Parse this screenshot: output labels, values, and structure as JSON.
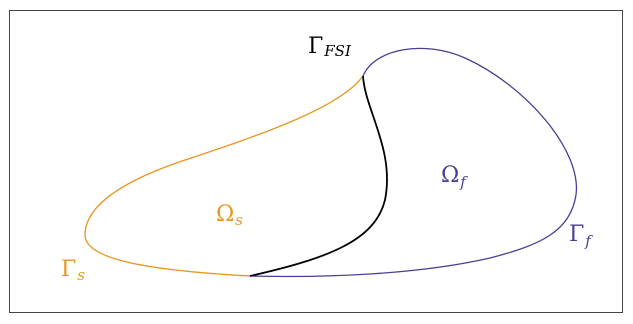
{
  "diagram": {
    "colors": {
      "frame": "#444444",
      "solid": "#e8961e",
      "fluid": "#4a3f95",
      "interface": "#000000"
    },
    "labels": {
      "gamma_fsi": {
        "base": "Γ",
        "sub": "FSI"
      },
      "omega_f": {
        "base": "Ω",
        "sub": "f"
      },
      "omega_s": {
        "base": "Ω",
        "sub": "s"
      },
      "gamma_f": {
        "base": "Γ",
        "sub": "f"
      },
      "gamma_s": {
        "base": "Γ",
        "sub": "s"
      }
    }
  }
}
